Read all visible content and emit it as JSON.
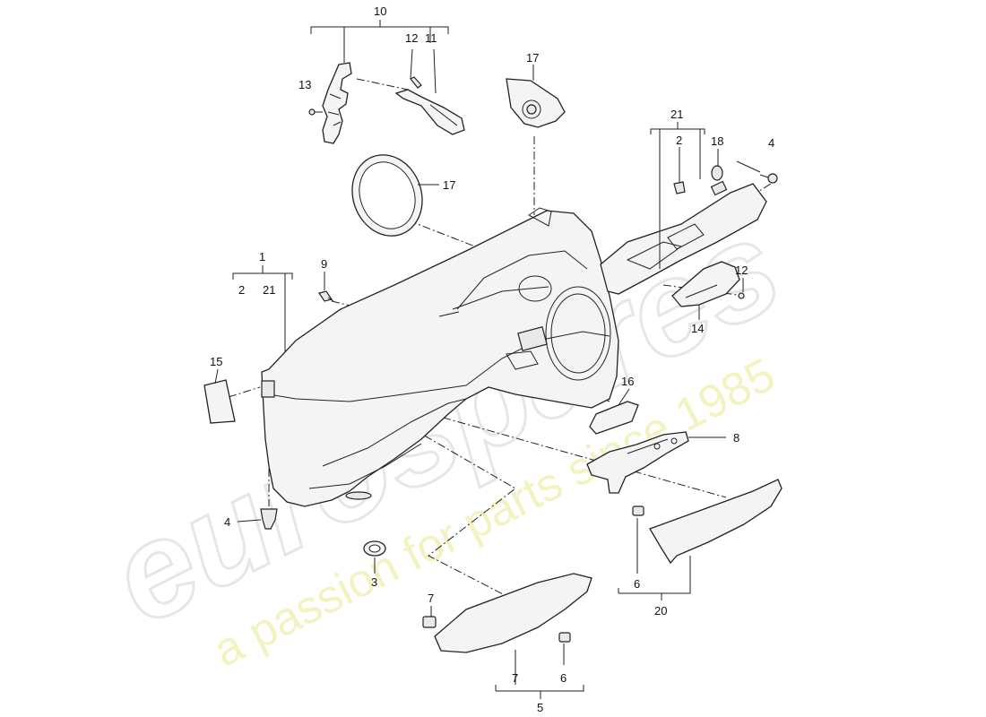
{
  "watermark": {
    "brand": "eurospares",
    "tagline": "a passion for parts since 1985"
  },
  "callouts": [
    {
      "id": "c10",
      "label": "10"
    },
    {
      "id": "c12a",
      "label": "12"
    },
    {
      "id": "c11",
      "label": "11"
    },
    {
      "id": "c13",
      "label": "13"
    },
    {
      "id": "c17a",
      "label": "17"
    },
    {
      "id": "c17b",
      "label": "17"
    },
    {
      "id": "c21a",
      "label": "21"
    },
    {
      "id": "c2a",
      "label": "2"
    },
    {
      "id": "c18",
      "label": "18"
    },
    {
      "id": "c4a",
      "label": "4"
    },
    {
      "id": "c1",
      "label": "1"
    },
    {
      "id": "c2b",
      "label": "2"
    },
    {
      "id": "c21b",
      "label": "21"
    },
    {
      "id": "c9",
      "label": "9"
    },
    {
      "id": "c12b",
      "label": "12"
    },
    {
      "id": "c14",
      "label": "14"
    },
    {
      "id": "c15",
      "label": "15"
    },
    {
      "id": "c16",
      "label": "16"
    },
    {
      "id": "c8",
      "label": "8"
    },
    {
      "id": "c4b",
      "label": "4"
    },
    {
      "id": "c3",
      "label": "3"
    },
    {
      "id": "c6a",
      "label": "6"
    },
    {
      "id": "c20",
      "label": "20"
    },
    {
      "id": "c7a",
      "label": "7"
    },
    {
      "id": "c7b",
      "label": "7"
    },
    {
      "id": "c6b",
      "label": "6"
    },
    {
      "id": "c5",
      "label": "5"
    }
  ],
  "colors": {
    "line": "#222222",
    "watermark_outline": "#e6e6e6",
    "watermark_tagline": "#f3f3c2"
  }
}
